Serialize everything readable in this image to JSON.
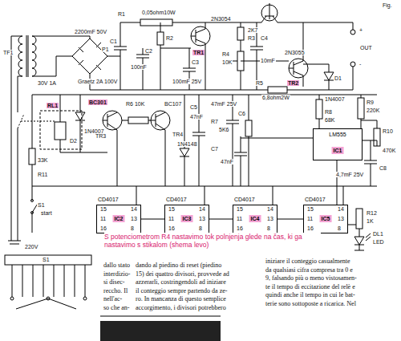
{
  "diagram": {
    "caption": "S potenciometrom R4 nastavimo tok polnjenja glede na čas, ki ga nastavimo s stikalom (shema levo)",
    "nodes": [
      {
        "text": [
          "LM555",
          "IC1"
        ]
      },
      {
        "text": [
          "CD4017",
          "IC2"
        ]
      },
      {
        "text": [
          "CD4017",
          "IC3"
        ]
      },
      {
        "text": [
          "CD4017",
          "IC4"
        ]
      },
      {
        "text": [
          "CD4017",
          "IC5"
        ]
      }
    ],
    "edges": [
      {
        "from": 1,
        "to": 2,
        "arrow": "none"
      },
      {
        "from": 2,
        "to": 3,
        "arrow": "none"
      },
      {
        "from": 3,
        "to": 4,
        "arrow": "none"
      }
    ],
    "labels": [
      "Fig.",
      "R1",
      "0,05ohm10W",
      "R2",
      "2N3054",
      "2K7",
      "R3",
      "C1",
      "2200mF 50V",
      "C2",
      "100nF",
      "C3",
      "100mF 25V",
      "TR1",
      "C4",
      "10mF",
      "R4",
      "10K",
      "2N3055",
      "TR2",
      "R5",
      "6,8ohm2W",
      "D1",
      "1N4007",
      "+",
      "OUT",
      "-",
      "TF1",
      "30V 1A",
      "Graetz 2A 100V",
      "P1",
      "RL1",
      "D2",
      "1N4007",
      "BC301",
      "R6 10K",
      "BC107",
      "TR3",
      "TR4",
      "C5",
      "47nF",
      "47mF 25V",
      "C6",
      "R7",
      "5K6",
      "1N4148",
      "C7",
      "47nF",
      "R8",
      "68K",
      "R9",
      "220K",
      "R10",
      "470K",
      "C8",
      "4,7mF 25V",
      "R11",
      "33K",
      "S1",
      "start",
      "220V",
      "R12",
      "1K",
      "DL1",
      "LED",
      "S1",
      "15",
      "14",
      "16",
      "8",
      "11",
      "13",
      "15",
      "14",
      "16",
      "8",
      "11",
      "13",
      "15",
      "14",
      "16",
      "8",
      "11",
      "13",
      "15",
      "14",
      "16",
      "8",
      "11",
      "13",
      "dallo stato",
      "interdizio-",
      "si disec-",
      "reccho. Il",
      "nell'ac-",
      "so che an-",
      "dando al piedino di reset (piedino",
      "15) dei quattro divisori, provvede ad",
      "azzerarli, costringendoli ad iniziare",
      "il conteggio sempre partendo da ze-",
      "ro. In mancanza di questo semplice",
      "accorgimento, i divisori potrebbero",
      "iniziare il conteggio casualmente",
      "da qualsiasi cifra compresa tra 0 e",
      "9, falsando più o meno vistosamen-",
      "te il tempo di eccitazione del relè e",
      "quindi anche il tempo in cui le bat-",
      "terie sono sottoposte a ricarica. Nel"
    ]
  }
}
